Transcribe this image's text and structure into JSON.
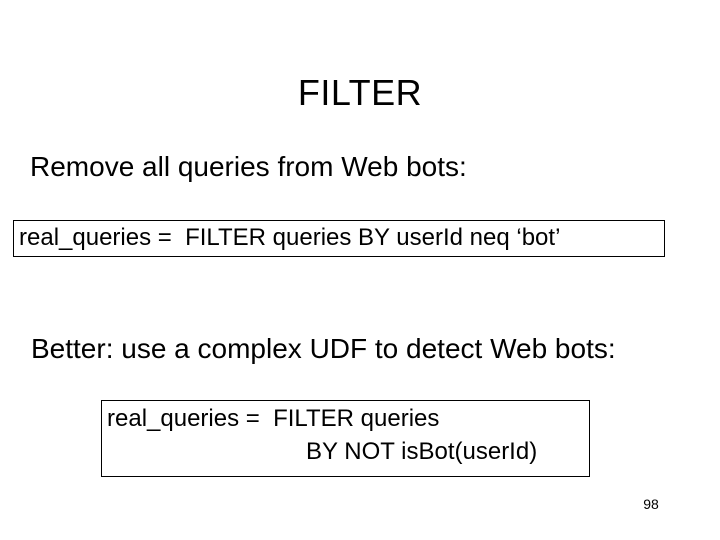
{
  "slide": {
    "title": "FILTER",
    "page_number": "98",
    "background_color": "#ffffff",
    "text_color": "#000000",
    "border_color": "#000000"
  },
  "bullets": [
    {
      "text": "Remove all queries from Web bots:"
    },
    {
      "text": "Better: use a complex UDF to detect Web bots:"
    }
  ],
  "code_boxes": [
    {
      "lines": [
        "real_queries =  FILTER queries BY userId neq ‘bot’"
      ]
    },
    {
      "lines": [
        "real_queries =  FILTER queries",
        "BY NOT isBot(userId)"
      ]
    }
  ]
}
